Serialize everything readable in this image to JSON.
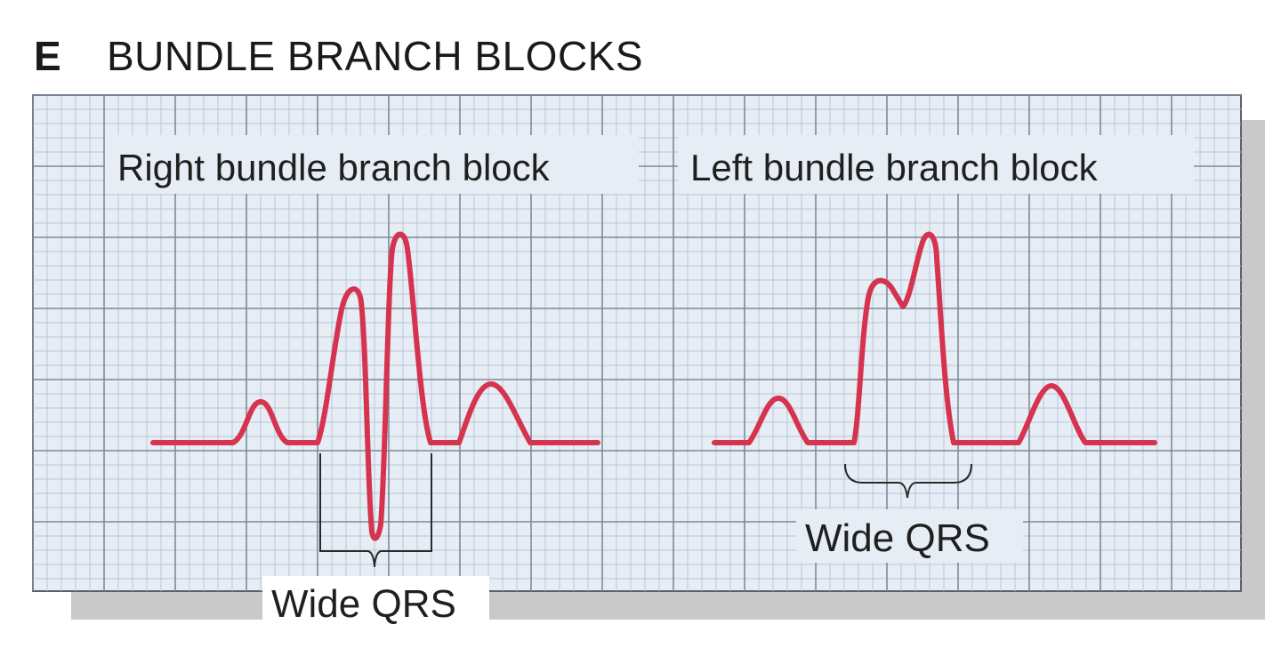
{
  "figure": {
    "letter": "E",
    "title": "BUNDLE BRANCH BLOCKS"
  },
  "panels": [
    {
      "label": "Right bundle branch block",
      "annotation": "Wide QRS"
    },
    {
      "label": "Left bundle branch block",
      "annotation": "Wide QRS"
    }
  ],
  "colors": {
    "trace": "#d6334e",
    "grid_minor": "#b9c6d6",
    "grid_major": "#7d8a9a",
    "paper": "#e6edf5",
    "label_bg": "#e6edf5",
    "shadow": "#c9c9c9",
    "frame": "#5a6270",
    "text": "#1f1f1f"
  }
}
